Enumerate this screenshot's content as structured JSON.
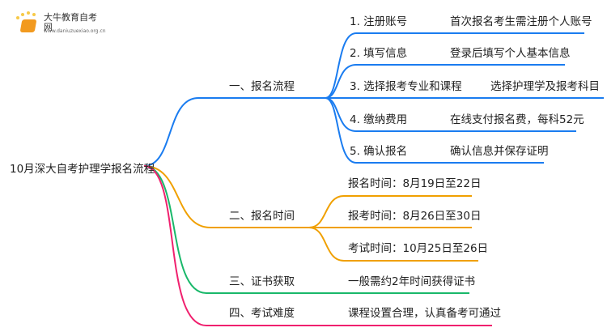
{
  "logo": {
    "name": "大牛教育自考网",
    "url": "www.daniuzuexiao.org.cn"
  },
  "root": "10月深大自考护理学报名流程",
  "colors": {
    "blue": "#1a7cf0",
    "orange": "#f0a000",
    "green": "#19b86a",
    "pink": "#f0206e"
  },
  "branches": [
    {
      "label": "一、报名流程",
      "children": [
        {
          "step": "1. 注册账号",
          "detail": "首次报名考生需注册个人账号"
        },
        {
          "step": "2. 填写信息",
          "detail": "登录后填写个人基本信息"
        },
        {
          "step": "3. 选择报考专业和课程",
          "detail": "选择护理学及报考科目"
        },
        {
          "step": "4. 缴纳费用",
          "detail": "在线支付报名费，每科52元"
        },
        {
          "step": "5. 确认报名",
          "detail": "确认信息并保存证明"
        }
      ]
    },
    {
      "label": "二、报名时间",
      "children": [
        "报名时间：8月19日至22日",
        "报考时间：8月26日至30日",
        "考试时间：10月25日至26日"
      ]
    },
    {
      "label": "三、证书获取",
      "children": [
        "一般需约2年时间获得证书"
      ]
    },
    {
      "label": "四、考试难度",
      "children": [
        "课程设置合理，认真备考可通过"
      ]
    }
  ]
}
